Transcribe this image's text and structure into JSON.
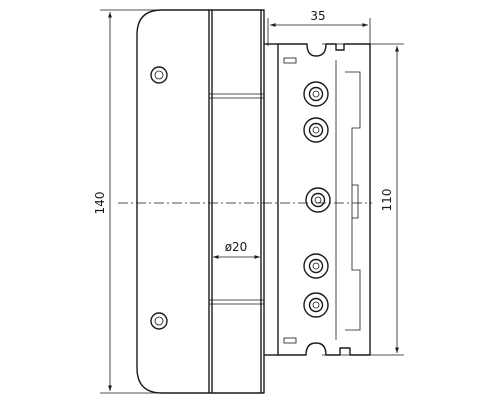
{
  "dimensions": {
    "height_left": "140",
    "width_top": "35",
    "height_right": "110",
    "diameter": "ø20"
  }
}
